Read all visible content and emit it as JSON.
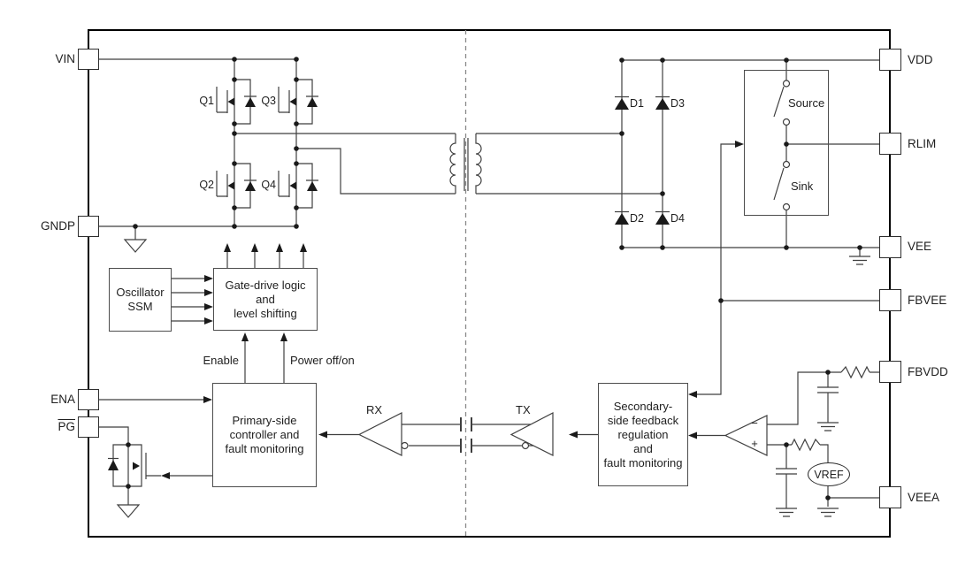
{
  "diagram": {
    "pins_left": [
      {
        "label": "VIN"
      },
      {
        "label": "GNDP"
      },
      {
        "label": "ENA"
      },
      {
        "label": "PG"
      }
    ],
    "pins_right": [
      {
        "label": "VDD"
      },
      {
        "label": "RLIM"
      },
      {
        "label": "VEE"
      },
      {
        "label": "FBVEE"
      },
      {
        "label": "FBVDD"
      },
      {
        "label": "VEEA"
      }
    ],
    "transistors": {
      "q1": "Q1",
      "q2": "Q2",
      "q3": "Q3",
      "q4": "Q4"
    },
    "diodes": {
      "d1": "D1",
      "d2": "D2",
      "d3": "D3",
      "d4": "D4"
    },
    "current_limit": {
      "source": "Source",
      "sink": "Sink"
    },
    "blocks": {
      "oscillator": "Oscillator\nSSM",
      "gate_drive": "Gate-drive logic\nand\nlevel shifting",
      "primary": "Primary-side\ncontroller and\nfault monitoring",
      "secondary": "Secondary-\nside feedback\nregulation\nand\nfault monitoring"
    },
    "signals": {
      "enable": "Enable",
      "power": "Power off/on",
      "rx": "RX",
      "tx": "TX"
    },
    "error_amp": {
      "minus": "−",
      "plus": "+",
      "vref": "VREF"
    },
    "colors": {
      "wire": "#3f3f3f",
      "block_border": "#4d4d4d",
      "text": "#1f1f1f",
      "isolation_dash": "#8a8a8a"
    }
  }
}
